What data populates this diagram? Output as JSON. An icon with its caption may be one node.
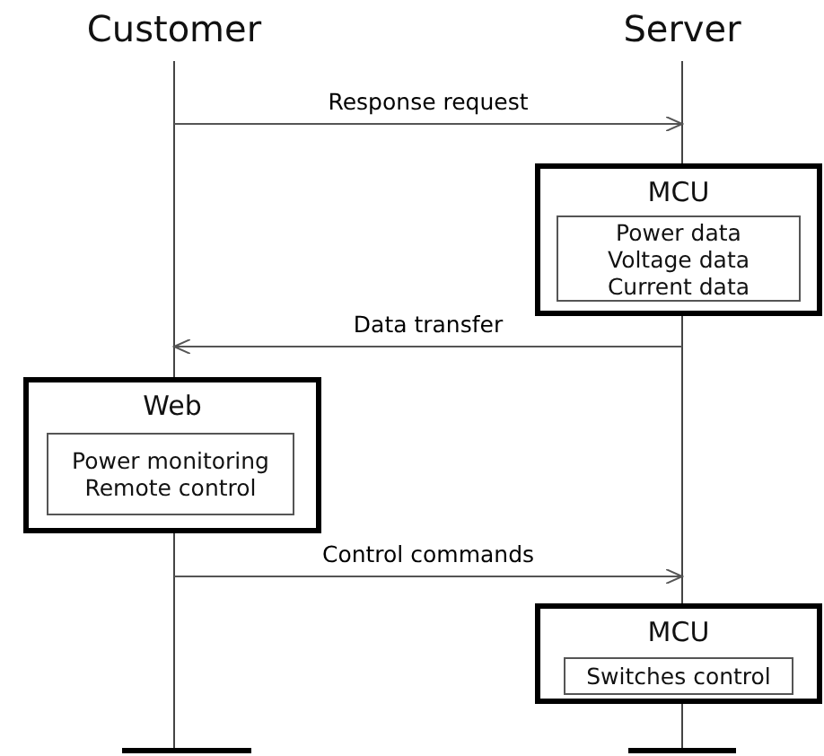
{
  "diagram": {
    "nodes": [
      {
        "text": [
          "Customer"
        ]
      },
      {
        "text": [
          "Server"
        ]
      },
      {
        "text": [
          "MCU"
        ]
      },
      {
        "text": [
          "Power data Voltage data Current data"
        ],
        "in": 2
      },
      {
        "text": [
          "Web"
        ]
      },
      {
        "text": [
          "Power monitoring Remote control"
        ],
        "in": 4
      },
      {
        "text": [
          "MCU"
        ]
      },
      {
        "text": [
          "Switches control"
        ],
        "in": 6
      }
    ],
    "edges": [
      {
        "from": 0,
        "to": 1,
        "arrow": "to",
        "label": "Response request"
      },
      {
        "from": 1,
        "to": 0,
        "arrow": "to",
        "label": "Data transfer"
      },
      {
        "from": 0,
        "to": 1,
        "arrow": "to",
        "label": "Control commands"
      }
    ]
  }
}
